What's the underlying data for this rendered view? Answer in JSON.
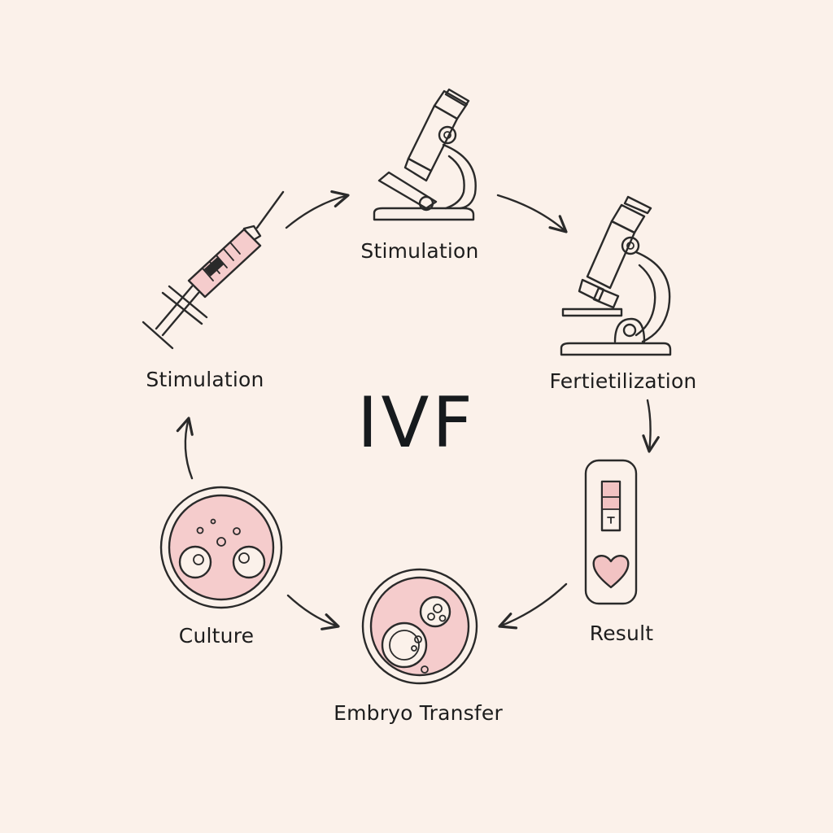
{
  "diagram": {
    "center_title": "IVF",
    "steps": [
      {
        "id": "syringe",
        "label": "Stimulation",
        "icon": "syringe-icon"
      },
      {
        "id": "microscope-top",
        "label": "Stimulation",
        "icon": "microscope-icon"
      },
      {
        "id": "microscope-right",
        "label": "Fertietilization",
        "icon": "microscope-icon"
      },
      {
        "id": "test",
        "label": "Result",
        "icon": "pregnancy-test-icon"
      },
      {
        "id": "embryo",
        "label": "Embryo Transfer",
        "icon": "petri-dish-icon"
      },
      {
        "id": "culture",
        "label": "Culture",
        "icon": "petri-dish-icon"
      }
    ],
    "colors": {
      "background": "#fbf1ea",
      "accent_pink": "#f2c3c3",
      "line": "#2a2a2a"
    }
  }
}
